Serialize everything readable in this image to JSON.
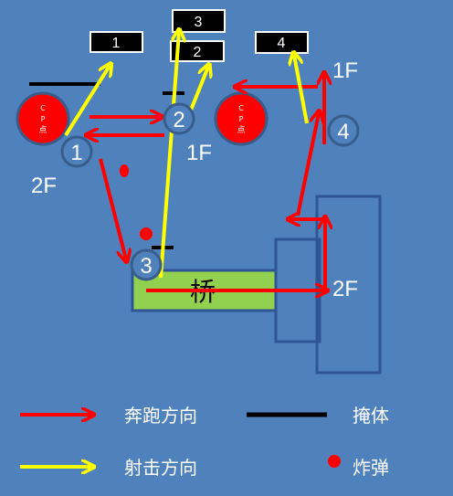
{
  "colors": {
    "background": "#4f81bd",
    "run": "#ff0000",
    "shoot": "#ffff00",
    "cover": "#000000",
    "bomb": "#ff0000",
    "cp_fill": "#ff0000",
    "circle_fill": "#4f81bd",
    "circle_stroke": "#385d8a",
    "bridge_fill": "#92d050",
    "building_stroke": "#2f5597"
  },
  "targets": [
    {
      "id": "t1",
      "label": "1"
    },
    {
      "id": "t2",
      "label": "2"
    },
    {
      "id": "t3",
      "label": "3"
    },
    {
      "id": "t4",
      "label": "4"
    }
  ],
  "cp_points": [
    {
      "id": "cp-left",
      "text": [
        "C",
        "P",
        "点"
      ]
    },
    {
      "id": "cp-right",
      "text": [
        "C",
        "P",
        "点"
      ]
    }
  ],
  "positions": [
    {
      "id": "p1",
      "label": "1"
    },
    {
      "id": "p2",
      "label": "2"
    },
    {
      "id": "p3",
      "label": "3"
    },
    {
      "id": "p4",
      "label": "4"
    }
  ],
  "floor_labels": {
    "left_2f": "2F",
    "mid_1f": "1F",
    "right_1f": "1F",
    "right_2f": "2F"
  },
  "bridge_label": "桥",
  "legend": {
    "run": "奔跑方向",
    "cover": "掩体",
    "shoot": "射击方向",
    "bomb": "炸弹"
  }
}
